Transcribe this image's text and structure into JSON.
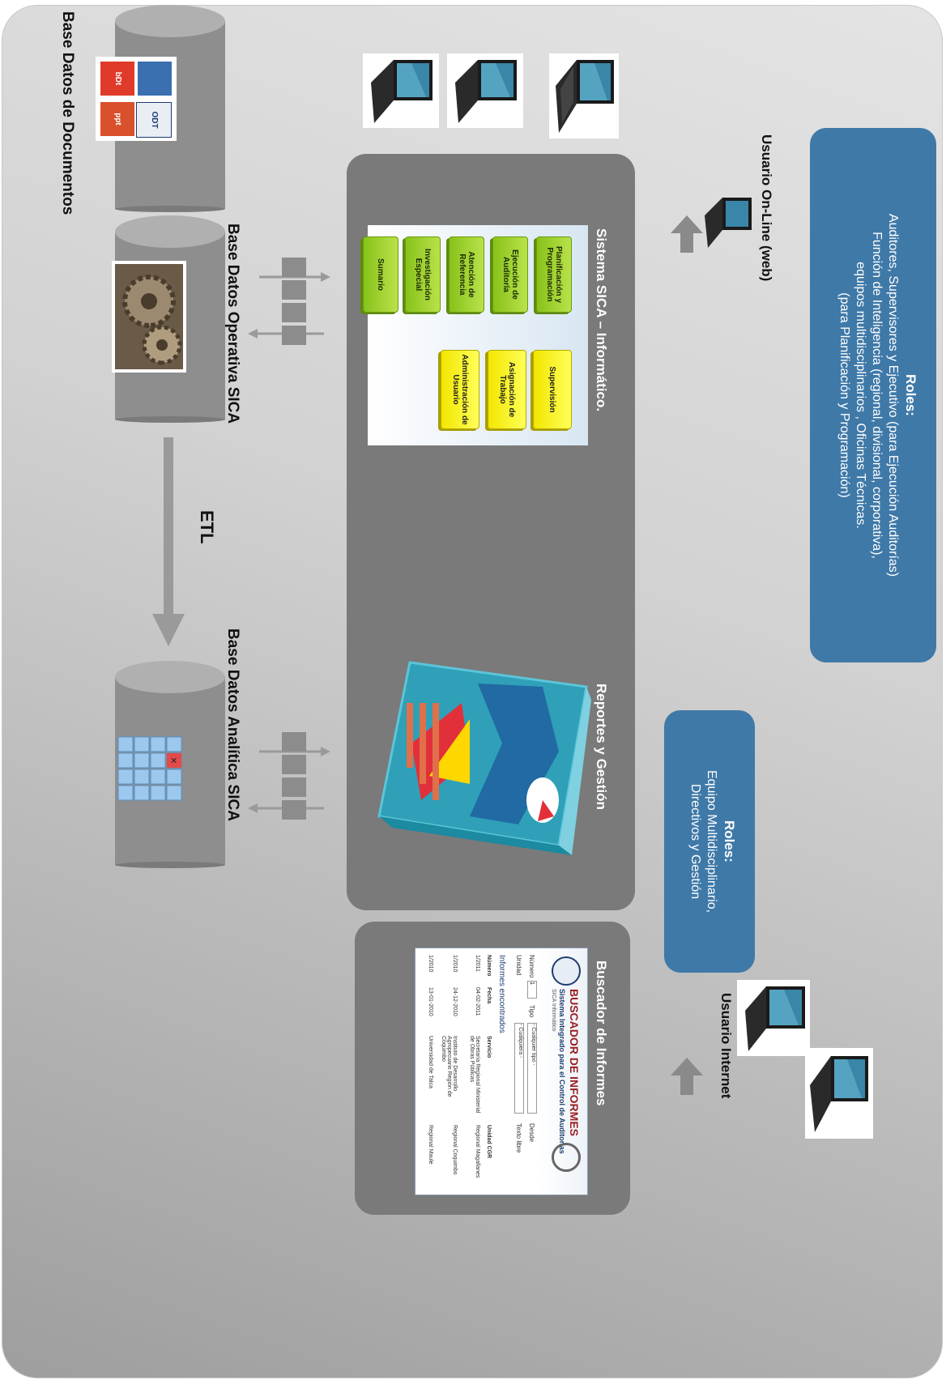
{
  "roles_top": {
    "title": "Roles:",
    "lines": [
      "Auditores, Supervisores y Ejecutivo (para Ejecución Auditorías)",
      "Función de Inteligencia (regional, divisional, corporativa),",
      "equipos multidisciplinarios , Oficinas Técnicas.",
      "(para Planificación y Programación)"
    ]
  },
  "roles_bottom": {
    "title": "Roles:",
    "lines": [
      "Equipo Multidisciplinario,",
      "Directivos y Gestión"
    ]
  },
  "users": {
    "online": "Usuario On-Line (web)",
    "internet": "Usuario Internet"
  },
  "panels": {
    "sica_title": "Sistema SICA – Informático.",
    "reports_title": "Reportes y Gestión",
    "search_title": "Buscador de Informes"
  },
  "modules": {
    "green": [
      "Planificación y Programación",
      "Ejecución de Auditoría",
      "Atención de Referencia",
      "Investigación Especial",
      "Sumario"
    ],
    "yellow": [
      "Supervisión",
      "Asignación de Trabajo",
      "Administración de Usuario"
    ]
  },
  "databases": {
    "documents": "Base Datos de Documentos",
    "operative": "Base Datos Operativa SICA",
    "analytic": "Base Datos Analítica SICA",
    "etl": "ETL"
  },
  "file_icons": [
    "bDt",
    "ODT",
    "ppt"
  ],
  "buscador": {
    "header": "BUSCADOR DE INFORMES",
    "subtitle": "Sistema Integrado para el Control de Auditorías",
    "subtitle2": "SICA Informático",
    "filters": {
      "numero": "Número",
      "numero_value": "1",
      "tipo": "Tipo",
      "tipo_value": "- Cualquier tipo -",
      "desde": "Desde",
      "unidad": "Unidad",
      "unidad_value": "- Cualquiera -",
      "texto": "Texto libre"
    },
    "results_title": "Informes encontrados",
    "columns": [
      "Número",
      "Fecha",
      "Servicio",
      "Unidad CGR"
    ],
    "rows": [
      [
        "1/2011",
        "04-02-2011",
        "Secretaría Regional Ministerial de Obras Públicas",
        "Regional Magallanes"
      ],
      [
        "1/2010",
        "24-12-2010",
        "Instituto de Desarrollo Agropecuario Región de Coquimbo",
        "Regional Coquimbo"
      ],
      [
        "1/2010",
        "13-01-2010",
        "Universidad de Talca",
        "Regional Maule"
      ]
    ]
  },
  "colors": {
    "role_box": "#3f79a8",
    "panel": "#7a7a7a",
    "green_module": "#9fd232",
    "yellow_module": "#f7ee1e"
  }
}
